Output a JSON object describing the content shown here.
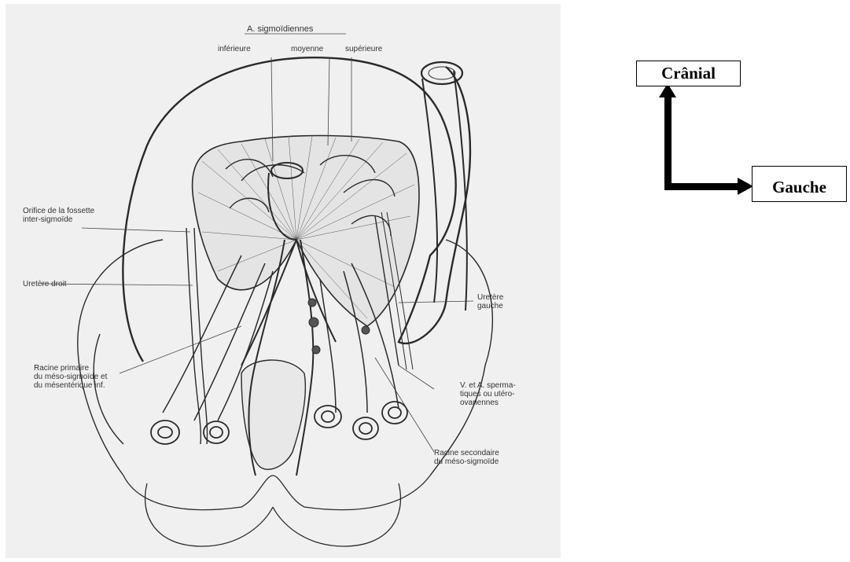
{
  "figure": {
    "header": "A. sigmoïdiennes",
    "sublabels": [
      "inférieure",
      "moyenne",
      "supérieure"
    ],
    "labels": {
      "orifice": "Orifice de la fossette\ninter-sigmoïde",
      "uretere_droit": "Uretère droit",
      "uretere_gauche": "Uretère\ngauche",
      "racine_primaire": "Racine primaire\ndu méso-sigmoïde et\ndu mésentérique inf.",
      "spermatiques": "V. et A. sperma-\ntiques ou utéro-\novariennes",
      "racine_secondaire": "Racine secondaire\ndu méso-sigmoïde"
    }
  },
  "orientation": {
    "cranial": "Crânial",
    "gauche": "Gauche"
  },
  "colors": {
    "ink": "#2a2a2a",
    "background": "#f0f0f0",
    "arrow": "#000000"
  }
}
